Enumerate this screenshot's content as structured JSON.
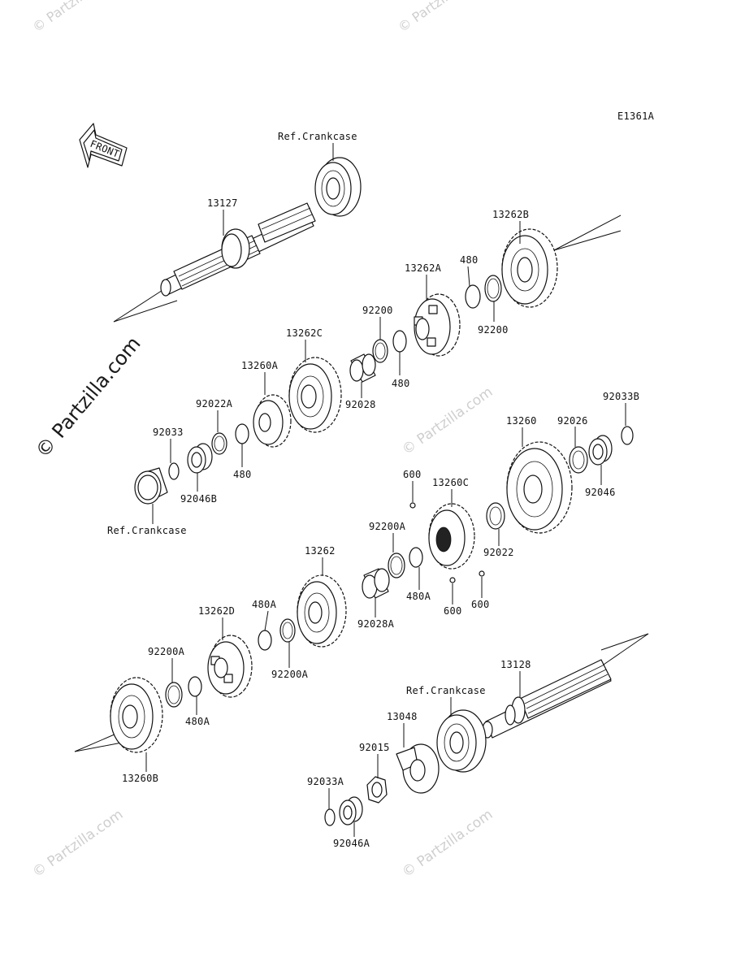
{
  "diagram_code": "E1361A",
  "front_label": "FRONT",
  "watermarks": [
    "© Partzilla.com",
    "© Partzilla.com",
    "© Partzilla.com",
    "© Partzilla.com",
    "© Partzilla.com",
    "© Partzilla.com",
    "© Partzilla.com",
    "© Partzilla.com"
  ],
  "labels": [
    "Ref.Crankcase",
    "13127",
    "13262B",
    "480",
    "13262A",
    "92200",
    "92200",
    "480",
    "13262C",
    "92028",
    "13260A",
    "92022A",
    "92033",
    "480",
    "92046B",
    "Ref.Crankcase",
    "13260",
    "92026",
    "92033B",
    "92046",
    "600",
    "13260C",
    "92200A",
    "480A",
    "92022",
    "600",
    "600",
    "13262",
    "92028A",
    "13262D",
    "480A",
    "92200A",
    "92200A",
    "480A",
    "13260B",
    "13128",
    "Ref.Crankcase",
    "13048",
    "92015",
    "92033A",
    "92046A"
  ]
}
